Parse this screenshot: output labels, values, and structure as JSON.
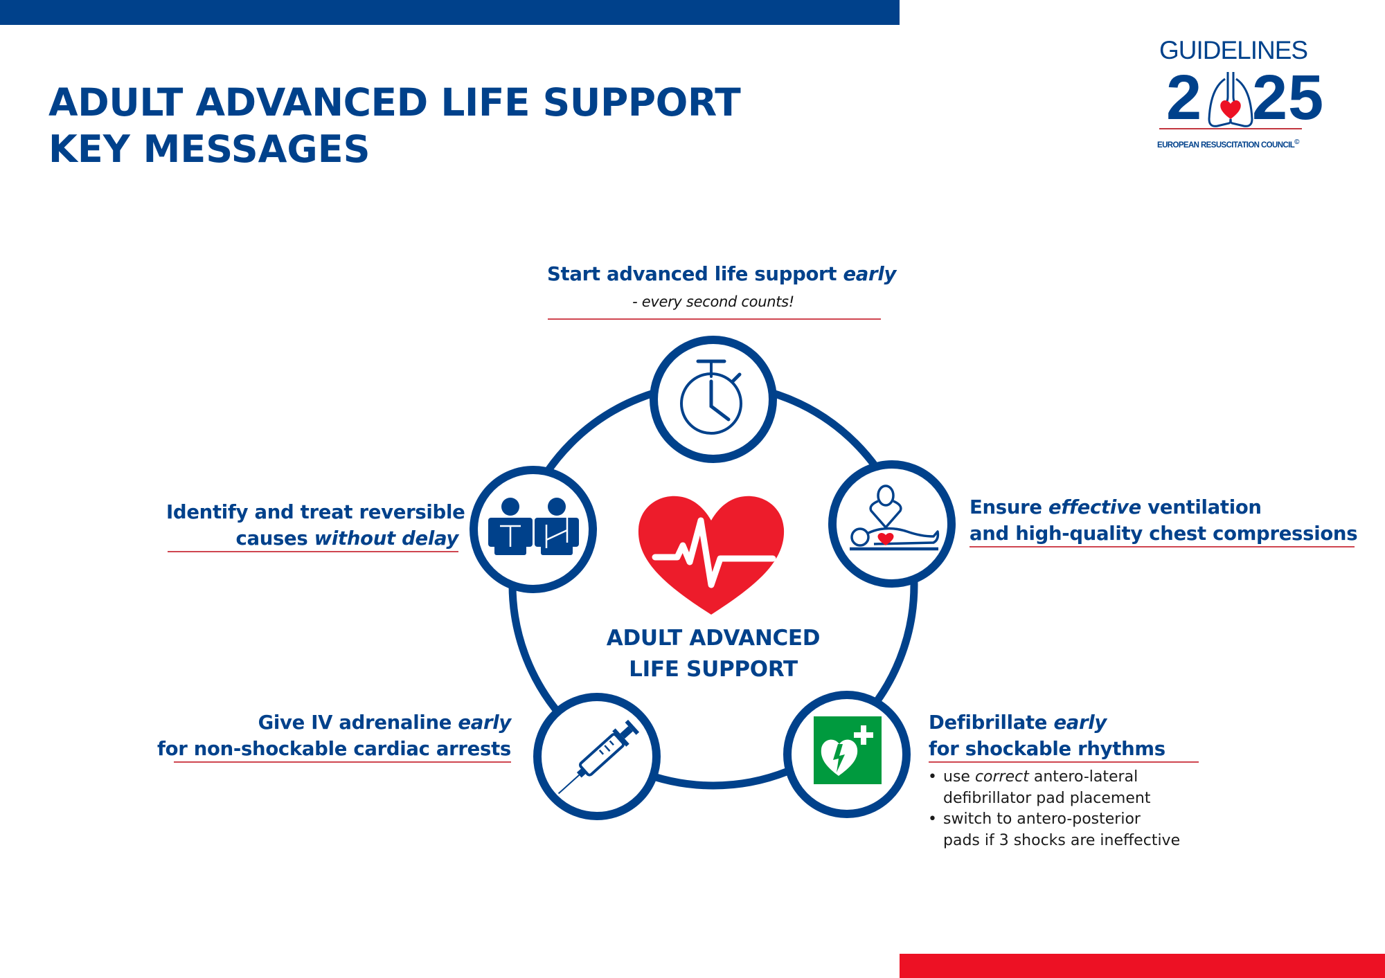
{
  "page": {
    "title_line1": "ADULT ADVANCED LIFE SUPPORT",
    "title_line2": "KEY MESSAGES"
  },
  "logo": {
    "guidelines": "GUIDELINES",
    "year_digit_1": "2",
    "year_digit_3": "2",
    "year_digit_4": "5",
    "organization": "EUROPEAN RESUSCITATION COUNCIL",
    "copyright_mark": "©"
  },
  "colors": {
    "brand_blue": "#00418b",
    "brand_red": "#ed1124",
    "aed_green": "#009a3e",
    "underline_red": "#cf4550"
  },
  "center": {
    "icon": "heart-ecg-icon",
    "label_line1": "ADULT ADVANCED",
    "label_line2": "LIFE SUPPORT"
  },
  "messages": {
    "start_early": {
      "icon": "stopwatch-icon",
      "text_main": "Start advanced life support ",
      "text_emphasis": "early",
      "subtext": "- every second counts!"
    },
    "ventilation": {
      "icon": "cpr-chest-compression-icon",
      "line1_a": "Ensure ",
      "line1_emphasis": "effective",
      "line1_b": " ventilation",
      "line2": "and high-quality chest compressions"
    },
    "reversible_causes": {
      "icon": "team-members-icon",
      "line1": "Identify and treat reversible",
      "line2_a": "causes ",
      "line2_emphasis": "without delay"
    },
    "adrenaline": {
      "icon": "syringe-icon",
      "line1_a": "Give IV adrenaline ",
      "line1_emphasis": "early",
      "line2": "for non-shockable cardiac arrests"
    },
    "defibrillate": {
      "icon": "aed-icon",
      "line1_a": "Defibrillate ",
      "line1_emphasis": "early",
      "line2": "for shockable rhythms",
      "bullets": [
        {
          "a": "use ",
          "emphasis": "correct",
          "b": " antero-lateral",
          "line2": "defibrillator pad placement"
        },
        {
          "a": "switch to antero-posterior",
          "emphasis": "",
          "b": "",
          "line2": "pads if 3 shocks are ineffective"
        }
      ],
      "bullet_glyph": "•"
    }
  }
}
